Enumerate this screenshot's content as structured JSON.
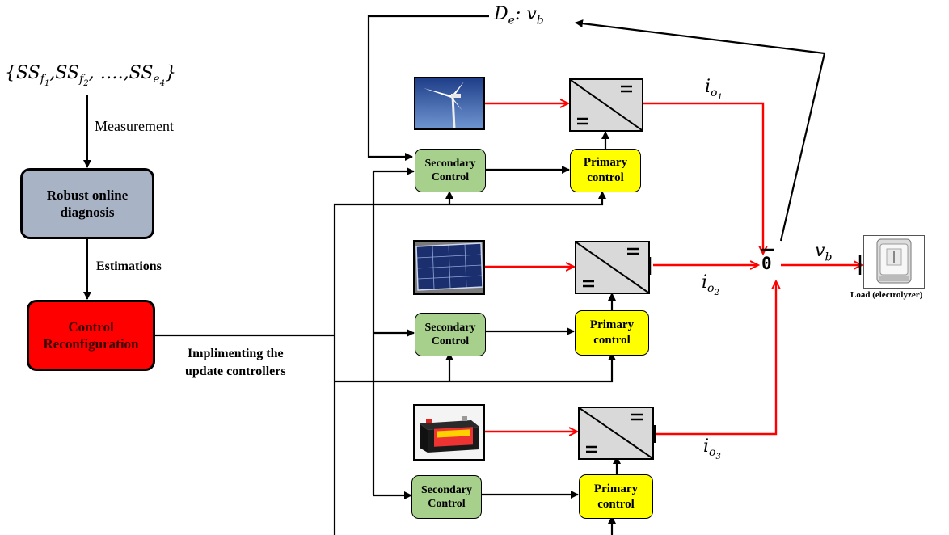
{
  "signals": {
    "set_open": "{",
    "ss1": "SS",
    "ss1_sub": "f",
    "ss1_subsub": "1",
    "ss2": "SS",
    "ss2_sub": "f",
    "ss2_subsub": "2",
    "dots": ", ….,",
    "ss3": "SS",
    "ss3_sub": "e",
    "ss3_subsub": "4",
    "set_close": "}",
    "comma": ","
  },
  "labels": {
    "measurement": "Measurement",
    "estimations": "Estimations",
    "implementing_line1": "Implimenting the",
    "implementing_line2": "update controllers",
    "load": "Load (electrolyzer)"
  },
  "blocks": {
    "diagnosis_line1": "Robust online",
    "diagnosis_line2": "diagnosis",
    "reconfig_line1": "Control",
    "reconfig_line2": "Reconfiguration",
    "secondary_line1": "Secondary",
    "secondary_line2": "Control",
    "primary_line1": "Primary",
    "primary_line2": "control"
  },
  "math": {
    "feedback_D": "D",
    "feedback_e": "e",
    "feedback_colon": ": v",
    "feedback_b": "b",
    "io_i": "i",
    "io_o": "o",
    "io1": "1",
    "io2": "2",
    "io3": "3",
    "vb_v": "v",
    "vb_b": "b",
    "bus_zero": "0"
  },
  "colors": {
    "power_line": "#ff0000",
    "diagnosis": "#a9b3c6",
    "reconfiguration": "#ff0000",
    "secondary": "#a8d08d",
    "primary": "#ffff00",
    "converter": "#d9d9d9"
  },
  "icons": [
    "wind-turbine-icon",
    "solar-panel-icon",
    "battery-icon",
    "electrolyzer-icon",
    "converter-icon"
  ]
}
